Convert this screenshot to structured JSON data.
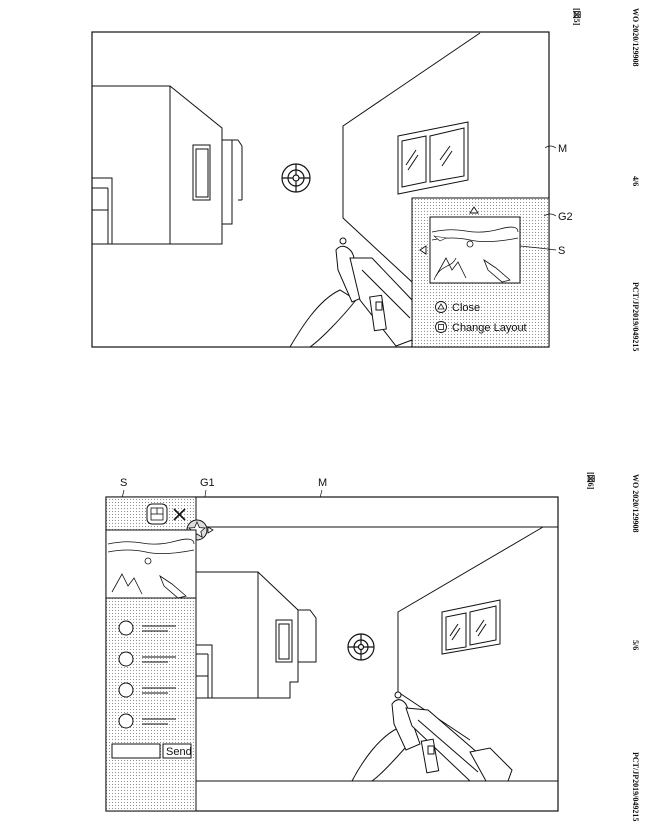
{
  "header": {
    "figure5_tag": "[図5]",
    "figure6_tag": "[図6]",
    "publication": "WO 2020/129908",
    "page_fig5": "4/6",
    "page_fig6": "5/6",
    "application": "PCT/JP2019/049215"
  },
  "figure5": {
    "label_M": "M",
    "label_G2": "G2",
    "label_S": "S",
    "menu_close": "Close",
    "menu_change_layout": "Change Layout"
  },
  "figure6": {
    "label_S": "S",
    "label_G1": "G1",
    "label_M": "M",
    "send_button": "Send"
  }
}
